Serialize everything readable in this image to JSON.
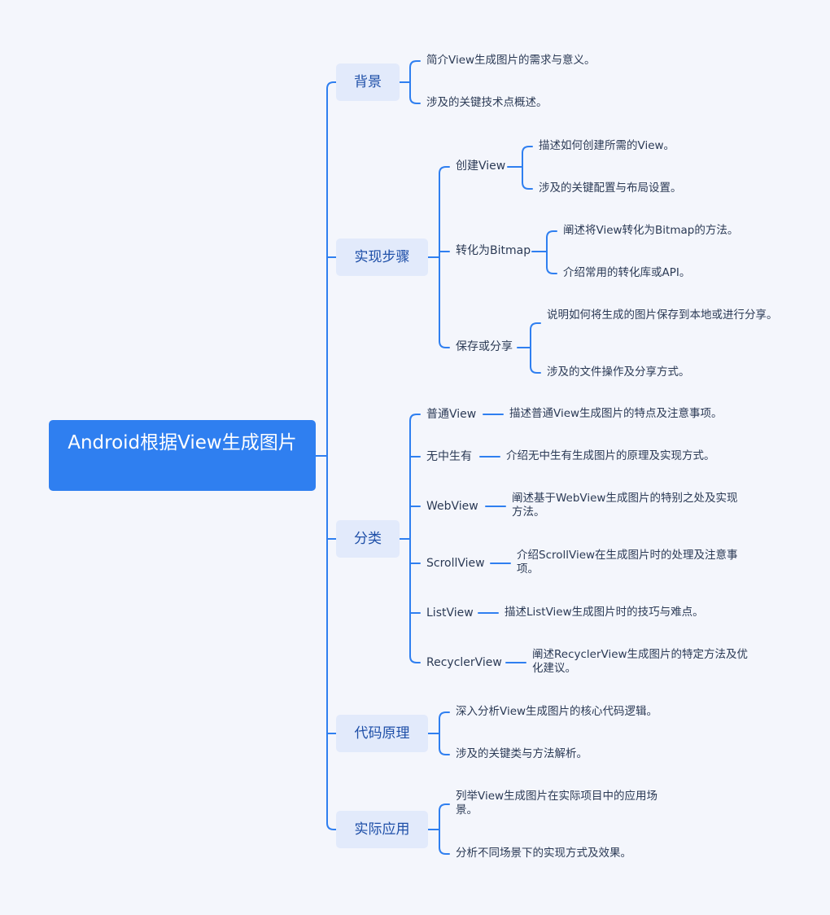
{
  "root": {
    "title": "Android根据View生成图片"
  },
  "branches": [
    {
      "label": "背景",
      "children": [
        {
          "text": "简介View生成图片的需求与意义。"
        },
        {
          "text": "涉及的关键技术点概述。"
        }
      ]
    },
    {
      "label": "实现步骤",
      "children": [
        {
          "label": "创建View",
          "children": [
            {
              "text": "描述如何创建所需的View。"
            },
            {
              "text": "涉及的关键配置与布局设置。"
            }
          ]
        },
        {
          "label": "转化为Bitmap",
          "children": [
            {
              "text": "阐述将View转化为Bitmap的方法。"
            },
            {
              "text": "介绍常用的转化库或API。"
            }
          ]
        },
        {
          "label": "保存或分享",
          "children": [
            {
              "text": "说明如何将生成的图片保存到本地或进行分享。"
            },
            {
              "text": "涉及的文件操作及分享方式。"
            }
          ]
        }
      ]
    },
    {
      "label": "分类",
      "children": [
        {
          "label": "普通View",
          "children": [
            {
              "text": "描述普通View生成图片的特点及注意事项。"
            }
          ]
        },
        {
          "label": "无中生有",
          "children": [
            {
              "text": "介绍无中生有生成图片的原理及实现方式。"
            }
          ]
        },
        {
          "label": "WebView",
          "children": [
            {
              "text": "阐述基于WebView生成图片的特别之处及实现方法。"
            }
          ]
        },
        {
          "label": "ScrollView",
          "children": [
            {
              "text": "介绍ScrollView在生成图片时的处理及注意事项。"
            }
          ]
        },
        {
          "label": "ListView",
          "children": [
            {
              "text": "描述ListView生成图片时的技巧与难点。"
            }
          ]
        },
        {
          "label": "RecyclerView",
          "children": [
            {
              "text": "阐述RecyclerView生成图片的特定方法及优化建议。"
            }
          ]
        }
      ]
    },
    {
      "label": "代码原理",
      "children": [
        {
          "text": "深入分析View生成图片的核心代码逻辑。"
        },
        {
          "text": "涉及的关键类与方法解析。"
        }
      ]
    },
    {
      "label": "实际应用",
      "children": [
        {
          "text": "列举View生成图片在实际项目中的应用场景。"
        },
        {
          "text": "分析不同场景下的实现方式及效果。"
        }
      ]
    }
  ],
  "colors": {
    "line": "#2f7ff0",
    "root_fill": "#2f7ff0",
    "branch_fill": "#e2eafb",
    "background": "#f4f6fc"
  }
}
